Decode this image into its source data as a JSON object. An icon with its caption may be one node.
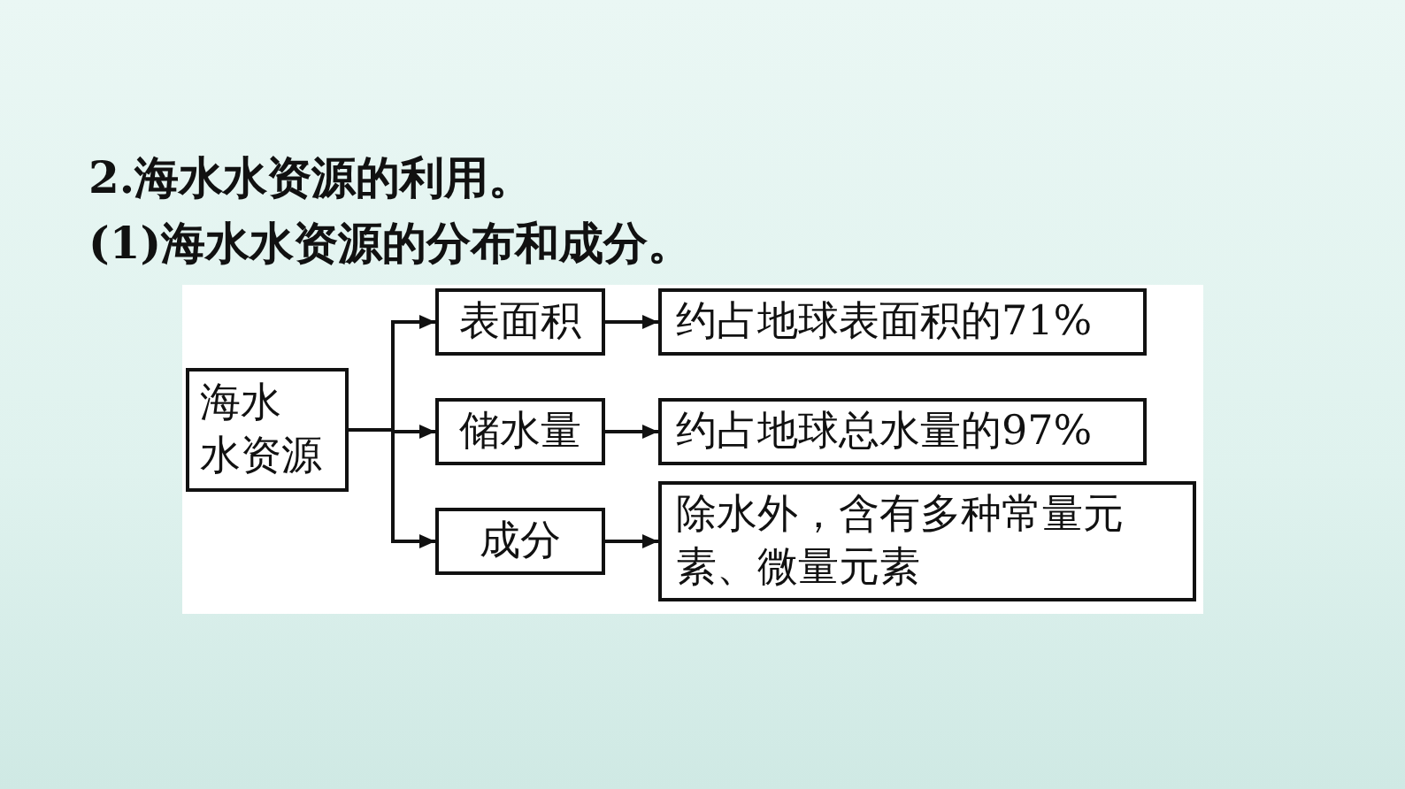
{
  "diagram": {
    "title": "2.海水水资源的利用。",
    "nodes": [
      {
        "text": [
          "海水水资源"
        ]
      },
      {
        "text": [
          "表面积"
        ]
      },
      {
        "text": [
          "约占地球表面积的71%"
        ]
      },
      {
        "text": [
          "储水量"
        ]
      },
      {
        "text": [
          "约占地球总水量的97%"
        ]
      },
      {
        "text": [
          "成分"
        ]
      },
      {
        "text": [
          "除水外，含有多种常量元素、微量元素"
        ]
      }
    ],
    "edges": [
      {
        "from": 0,
        "to": 1,
        "arrow": "to"
      },
      {
        "from": 0,
        "to": 3,
        "arrow": "to"
      },
      {
        "from": 0,
        "to": 5,
        "arrow": "to"
      },
      {
        "from": 1,
        "to": 2,
        "arrow": "to"
      },
      {
        "from": 3,
        "to": 4,
        "arrow": "to"
      },
      {
        "from": 5,
        "to": 6,
        "arrow": "to"
      }
    ],
    "labels": [
      "(1)海水水资源的分布和成分。"
    ]
  }
}
